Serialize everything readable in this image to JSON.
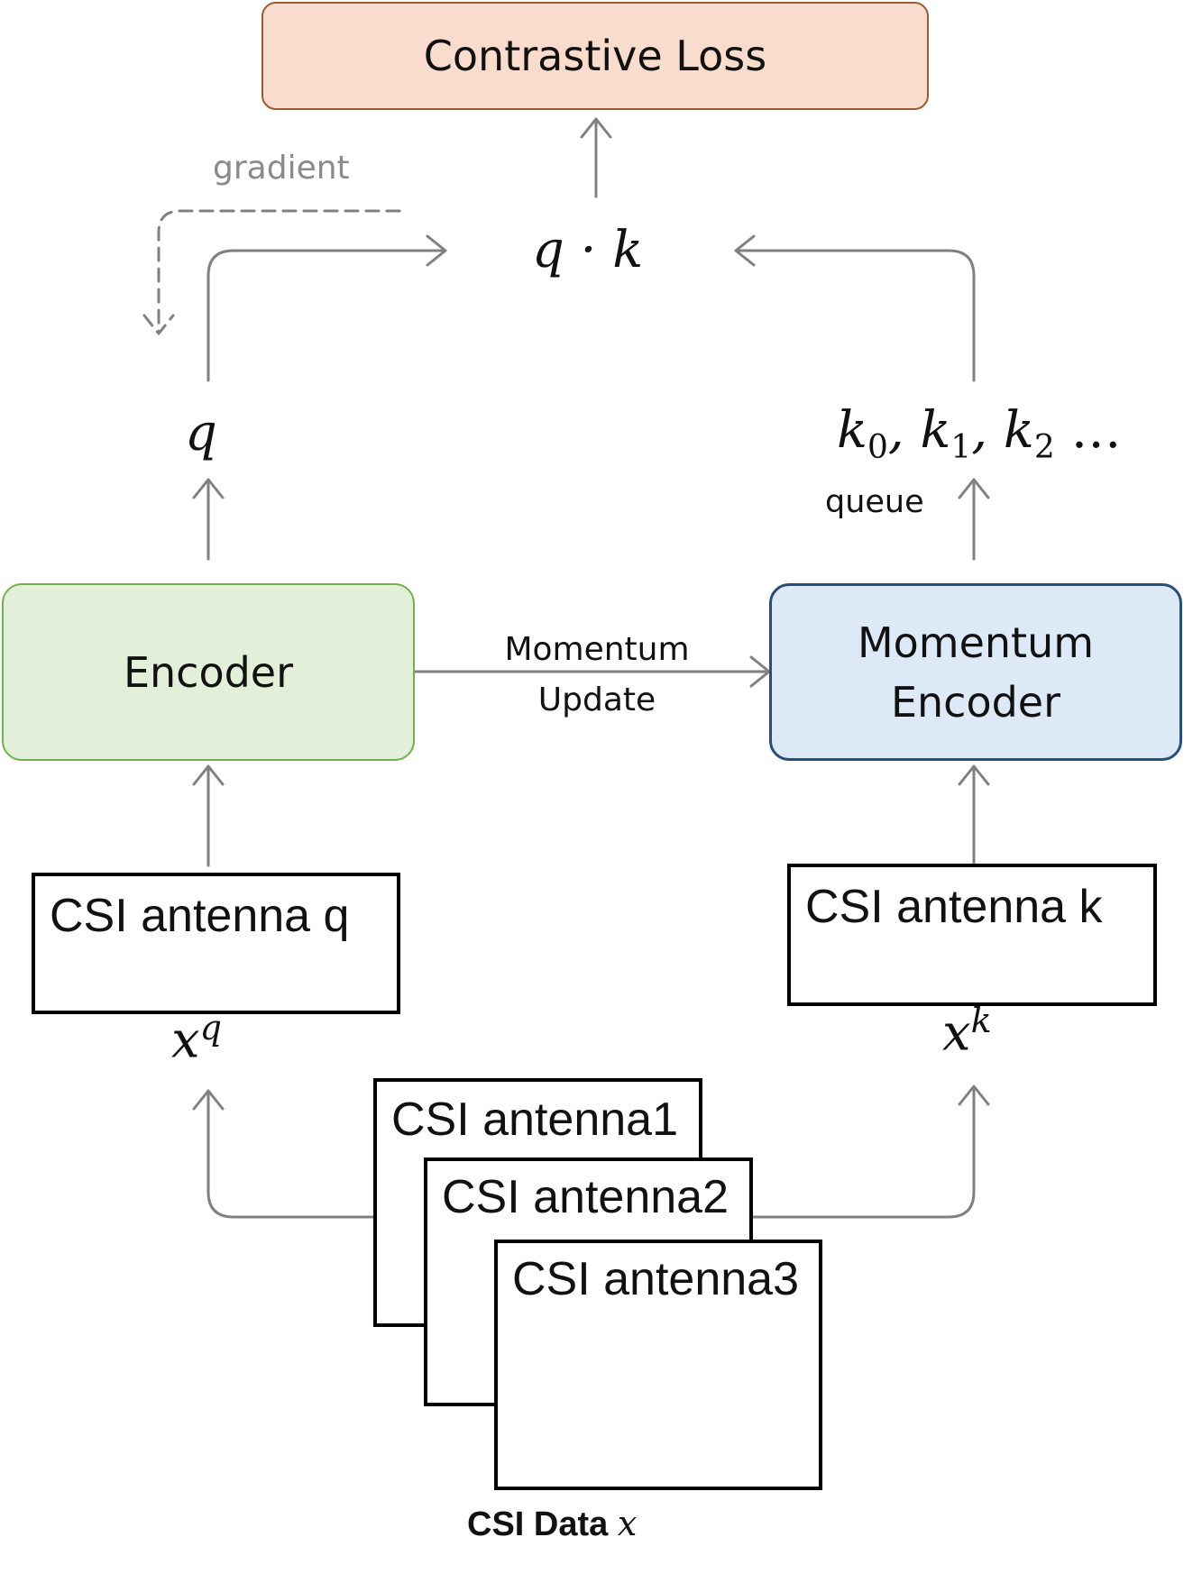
{
  "contrastive_loss": "Contrastive Loss",
  "gradient": "gradient",
  "similarity": "q · k",
  "query": "q",
  "keys": {
    "base": "k",
    "k0_sub": "0",
    "k1_sub": "1",
    "k2_sub": "2",
    "ellipsis": "…"
  },
  "queue": "queue",
  "encoder": "Encoder",
  "momentum_update": [
    "Momentum",
    "Update"
  ],
  "momentum_encoder": [
    "Momentum",
    "Encoder"
  ],
  "csi_q": "CSI antenna q",
  "csi_k": "CSI antenna k",
  "x_q": {
    "base": "x",
    "sup": "q"
  },
  "x_k": {
    "base": "x",
    "sup": "k"
  },
  "csi_stack": [
    "CSI antenna1",
    "CSI antenna2",
    "CSI antenna3"
  ],
  "csi_data": {
    "label": "CSI Data",
    "var": "x"
  },
  "colors": {
    "loss_fill": "#f9dccd",
    "loss_border": "#9c5a32",
    "encoder_fill": "#e2f0d9",
    "encoder_border": "#72b04a",
    "momentum_fill": "#dde9f6",
    "momentum_border": "#274f7a",
    "arrow": "#808080"
  }
}
